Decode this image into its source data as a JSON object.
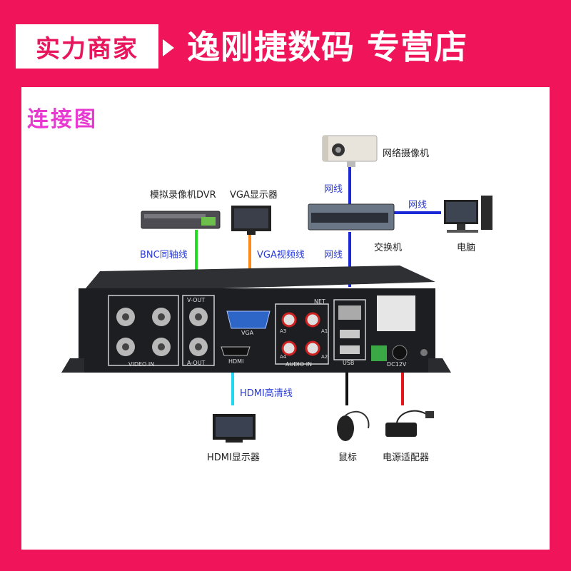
{
  "header": {
    "badge_label": "实力商家",
    "shop_name": "逸刚捷数码 专营店"
  },
  "diagram": {
    "title": "连接图",
    "labels": {
      "network_camera": "网络摄像机",
      "analog_dvr": "模拟录像机DVR",
      "vga_monitor": "VGA显示器",
      "switch": "交换机",
      "computer": "电脑",
      "hdmi_monitor": "HDMI显示器",
      "mouse": "鼠标",
      "power_adapter": "电源适配器"
    },
    "cables": {
      "net_camera": "网线",
      "net_computer": "网线",
      "net_device": "网线",
      "bnc": "BNC同轴线",
      "vga": "VGA视频线",
      "hdmi": "HDMI高清线"
    },
    "device_panel": {
      "video_in": "VIDEO IN",
      "v_out": "V-OUT",
      "a_out": "A-OUT",
      "vga": "VGA",
      "hdmi": "HDMI",
      "audio_in": "AUDIO IN",
      "net": "NET",
      "usb": "USB",
      "dc": "DC12V",
      "a1": "A1",
      "a2": "A2",
      "a3": "A3",
      "a4": "A4"
    },
    "colors": {
      "blue": "#1a28d8",
      "green": "#22dd22",
      "orange": "#ff8a1c",
      "cyan": "#22d8f0",
      "black": "#111111",
      "red": "#e8141c"
    }
  }
}
